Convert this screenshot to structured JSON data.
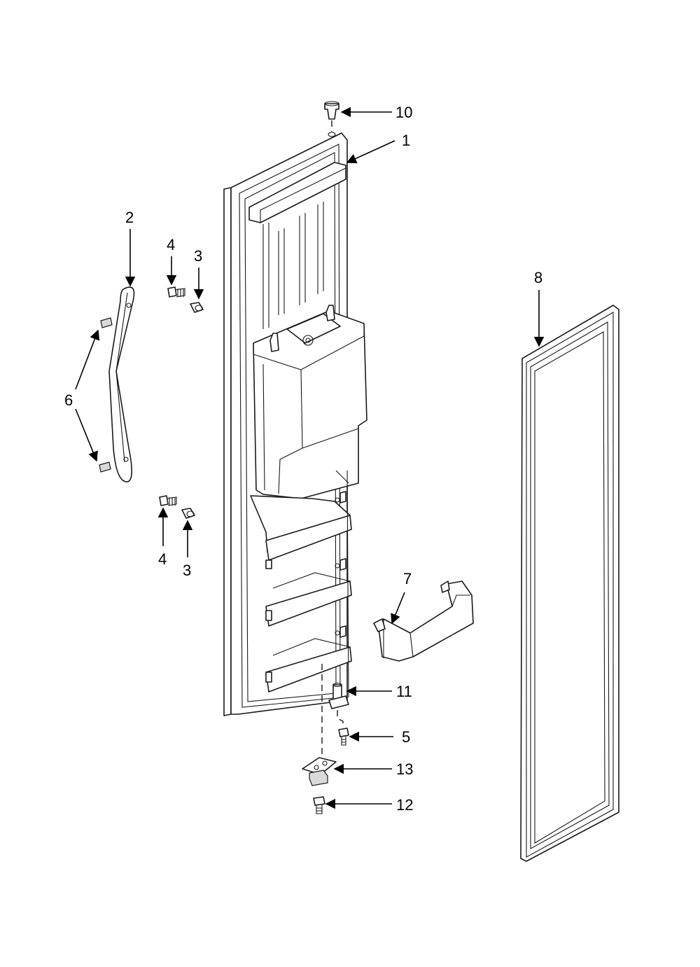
{
  "diagram": {
    "colors": {
      "line": "#1a1a1a",
      "background": "#ffffff",
      "shade": "#d9d9d9"
    },
    "callouts": [
      {
        "id": "c10",
        "label": "10"
      },
      {
        "id": "c1",
        "label": "1"
      },
      {
        "id": "c2",
        "label": "2"
      },
      {
        "id": "c4a",
        "label": "4"
      },
      {
        "id": "c3a",
        "label": "3"
      },
      {
        "id": "c6",
        "label": "6"
      },
      {
        "id": "c8",
        "label": "8"
      },
      {
        "id": "c4b",
        "label": "4"
      },
      {
        "id": "c3b",
        "label": "3"
      },
      {
        "id": "c7",
        "label": "7"
      },
      {
        "id": "c11",
        "label": "11"
      },
      {
        "id": "c5",
        "label": "5"
      },
      {
        "id": "c13",
        "label": "13"
      },
      {
        "id": "c12",
        "label": "12"
      }
    ]
  }
}
